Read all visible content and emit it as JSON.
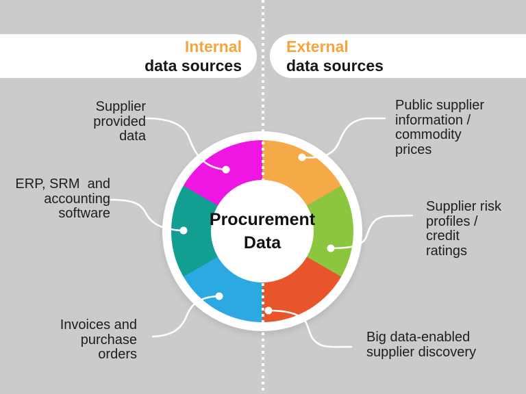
{
  "background_color": "#CBCBCB",
  "divider_color": "#FFFFFF",
  "header": {
    "accent_color": "#F6A53C",
    "text_color": "#161616",
    "left": {
      "accent": "Internal",
      "rest": "data sources"
    },
    "right": {
      "accent": "External",
      "rest": "data sources"
    }
  },
  "chart_data": {
    "type": "pie",
    "style": "donut",
    "title": "Procurement Data",
    "center_label": "Procurement Data",
    "center_label_lines": [
      "Procurement",
      "Data"
    ],
    "equal_segments": true,
    "segment_sweep_deg": 60,
    "segments": [
      {
        "label": "Public supplier information / commodity prices",
        "group": "External data sources",
        "color": "#F5A947",
        "start_deg": 0,
        "callout_lines": [
          "Public supplier",
          "information /",
          "commodity",
          "prices"
        ]
      },
      {
        "label": "Supplier risk profiles / credit ratings",
        "group": "External data sources",
        "color": "#8CC63F",
        "start_deg": 60,
        "callout_lines": [
          "Supplier risk",
          "profiles /",
          "credit",
          "ratings"
        ]
      },
      {
        "label": "Big data-enabled supplier discovery",
        "group": "External data sources",
        "color": "#E8552A",
        "start_deg": 120,
        "callout_lines": [
          "Big data-enabled",
          "supplier discovery"
        ]
      },
      {
        "label": "Invoices and purchase orders",
        "group": "Internal data sources",
        "color": "#2CA9E1",
        "start_deg": 180,
        "callout_lines": [
          "Invoices and",
          "purchase",
          "orders"
        ]
      },
      {
        "label": "ERP, SRM and accounting software",
        "group": "Internal data sources",
        "color": "#129E90",
        "start_deg": 240,
        "callout_lines": [
          "ERP, SRM  and",
          "accounting",
          "software"
        ]
      },
      {
        "label": "Supplier provided data",
        "group": "Internal data sources",
        "color": "#EF15E3",
        "start_deg": 300,
        "callout_lines": [
          "Supplier",
          "provided",
          "data"
        ]
      }
    ]
  }
}
